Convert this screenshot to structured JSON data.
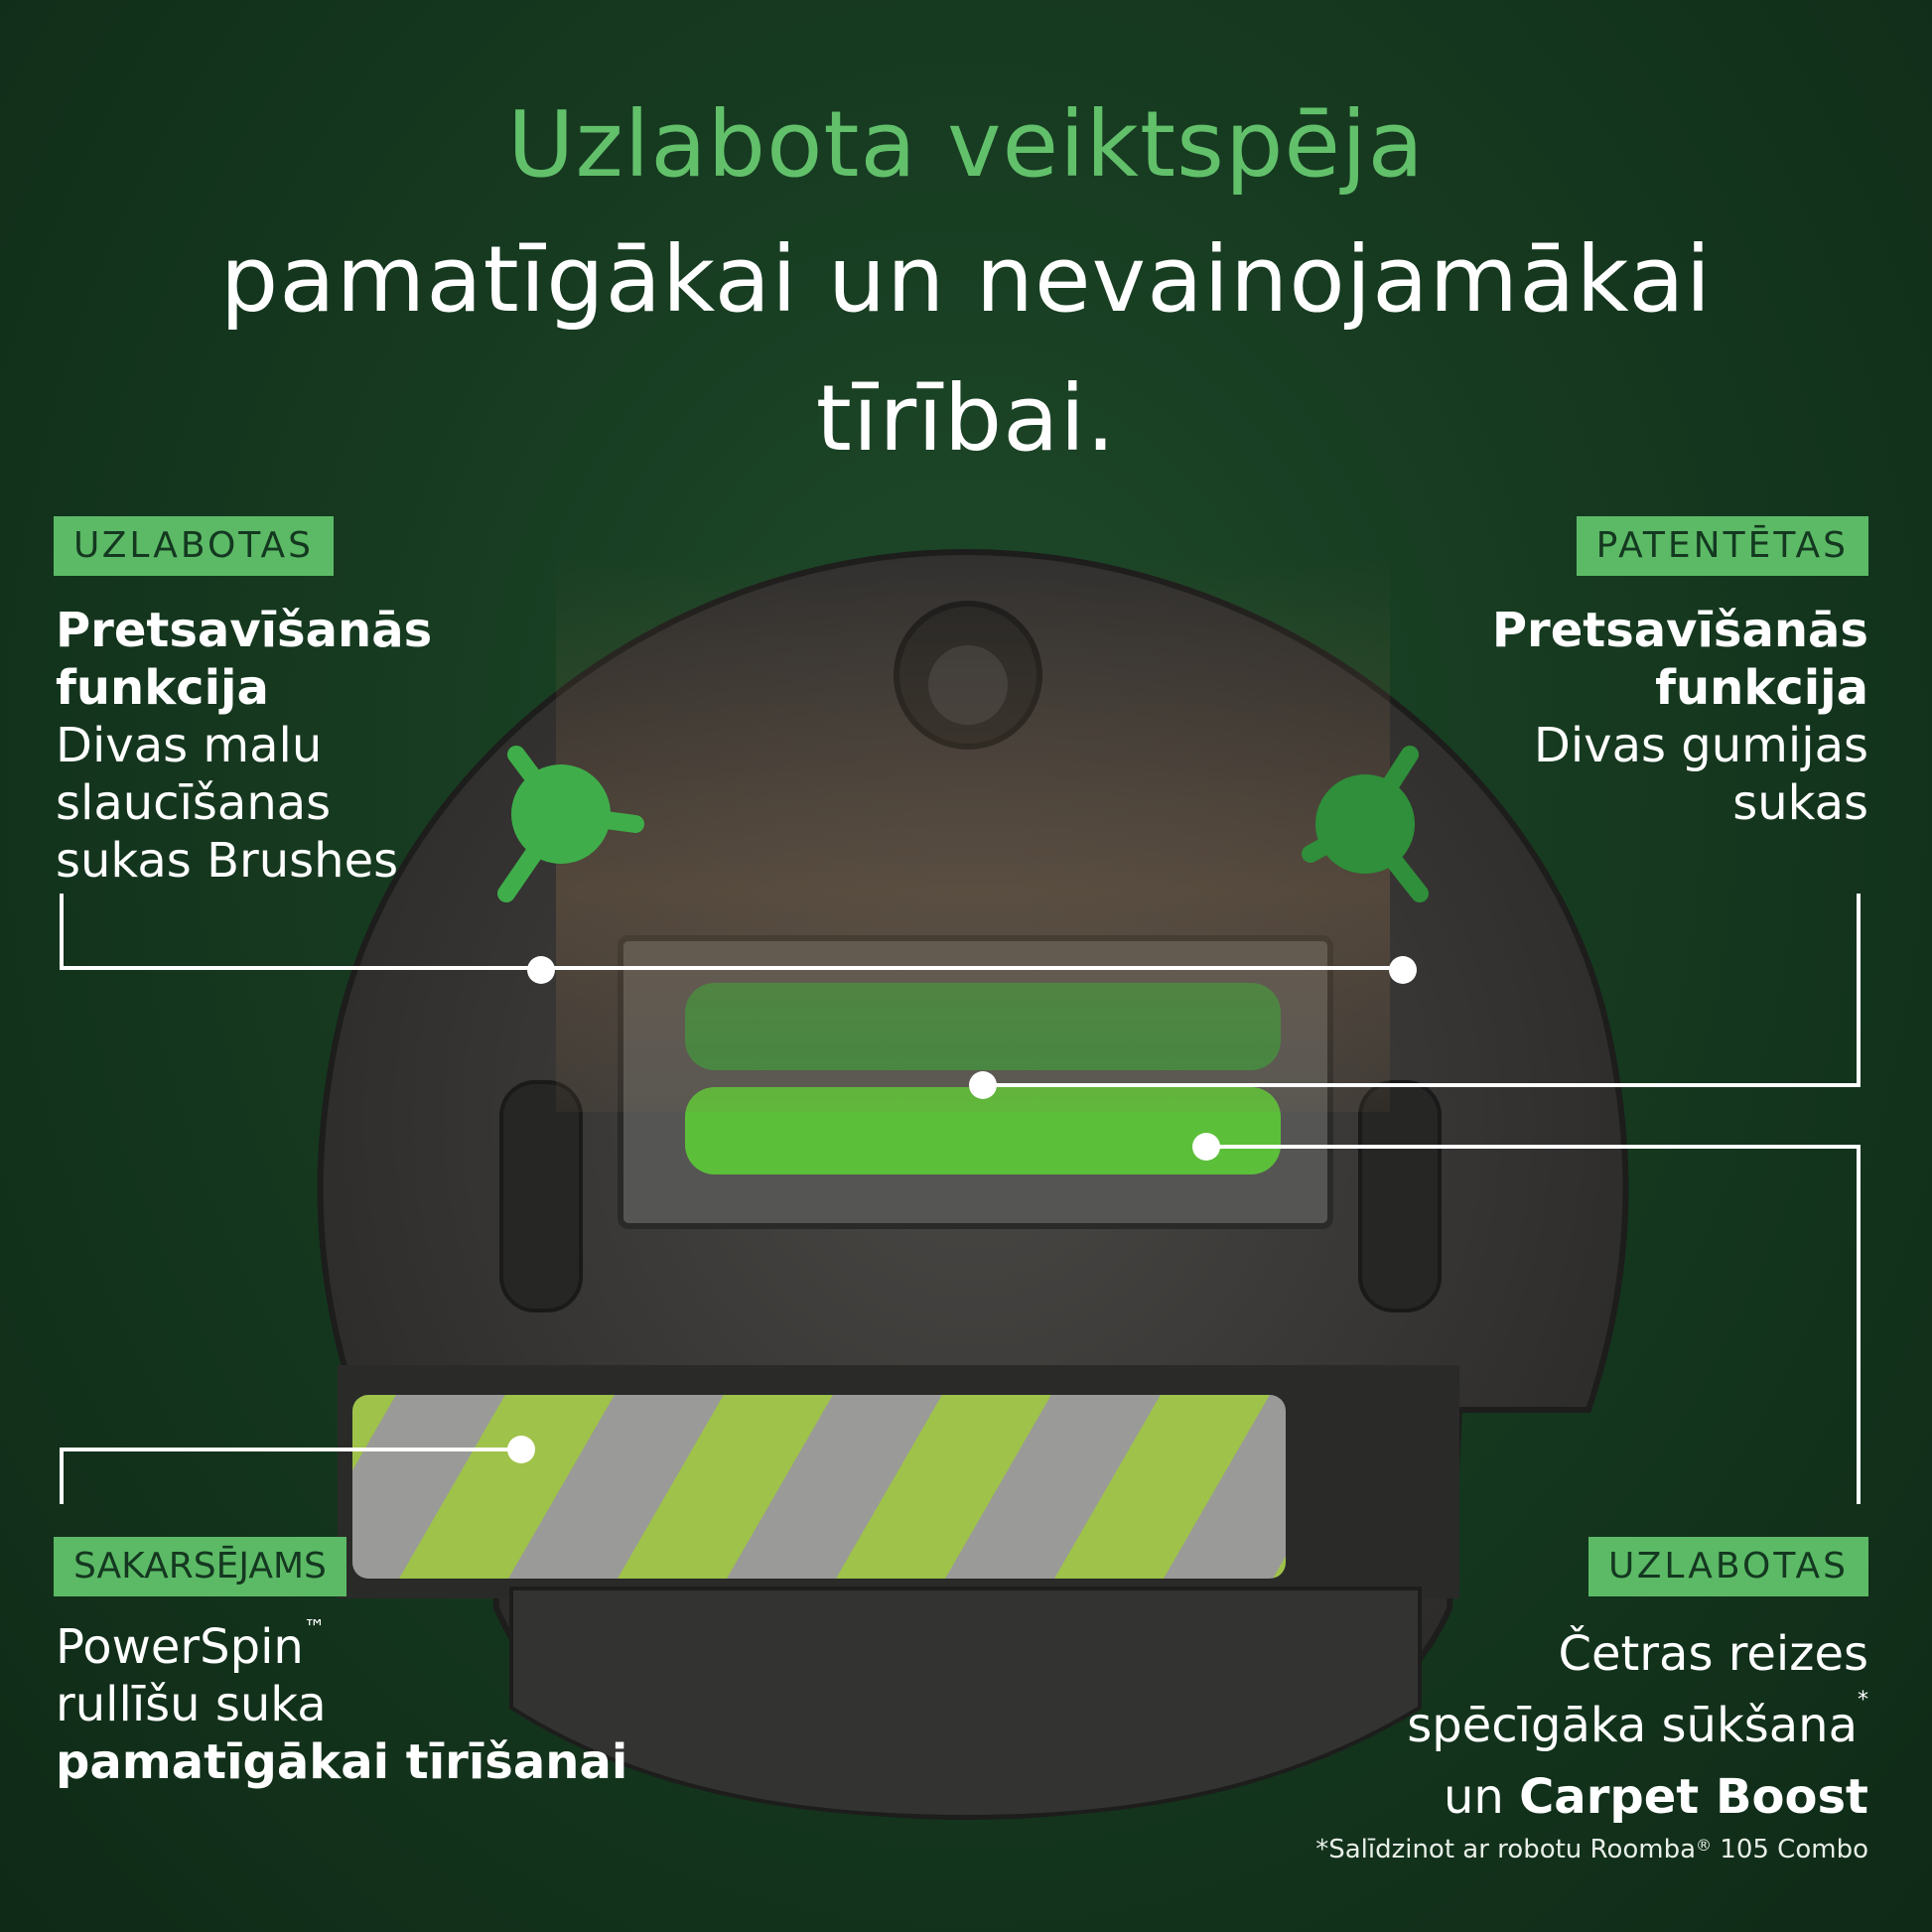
{
  "headline": {
    "line1": "Uzlabota veiktspēja",
    "line2": "pamatīgākai un nevainojamākai",
    "line3": "tīrībai."
  },
  "callouts": {
    "top_left": {
      "badge": "UZLABOTAS",
      "title_line1": "Pretsavīšanās",
      "title_line2": "funkcija",
      "text_line1": "Divas malu",
      "text_line2": "slaucīšanas",
      "text_line3": "sukas Brushes"
    },
    "top_right": {
      "badge": "PATENTĒTAS",
      "title_line1": "Pretsavīšanās",
      "title_line2": "funkcija",
      "text_line1": "Divas gumijas",
      "text_line2": "sukas"
    },
    "bottom_left": {
      "badge": "SAKARSĒJAMS",
      "text_line1": "PowerSpin",
      "trademark": "™",
      "text_line2": "rullīšu suka",
      "text_line3": "pamatīgākai tīrīšanai"
    },
    "bottom_right": {
      "badge": "UZLABOTAS",
      "text_line1": "Četras reizes",
      "text_line2": "spēcīgāka sūkšana",
      "asterisk": "*",
      "text_line3_prefix": "un ",
      "text_line3_bold": "Carpet Boost"
    }
  },
  "footnote": {
    "prefix": "*Salīdzinot ar robotu Roomba",
    "registered": "®",
    "suffix": " 105 Combo"
  },
  "colors": {
    "background": "#163a20",
    "accent_green": "#5cba66",
    "headline_green": "#62c06b",
    "brush_green": "#3fae4a",
    "robot_body": "#3a3a3a"
  }
}
